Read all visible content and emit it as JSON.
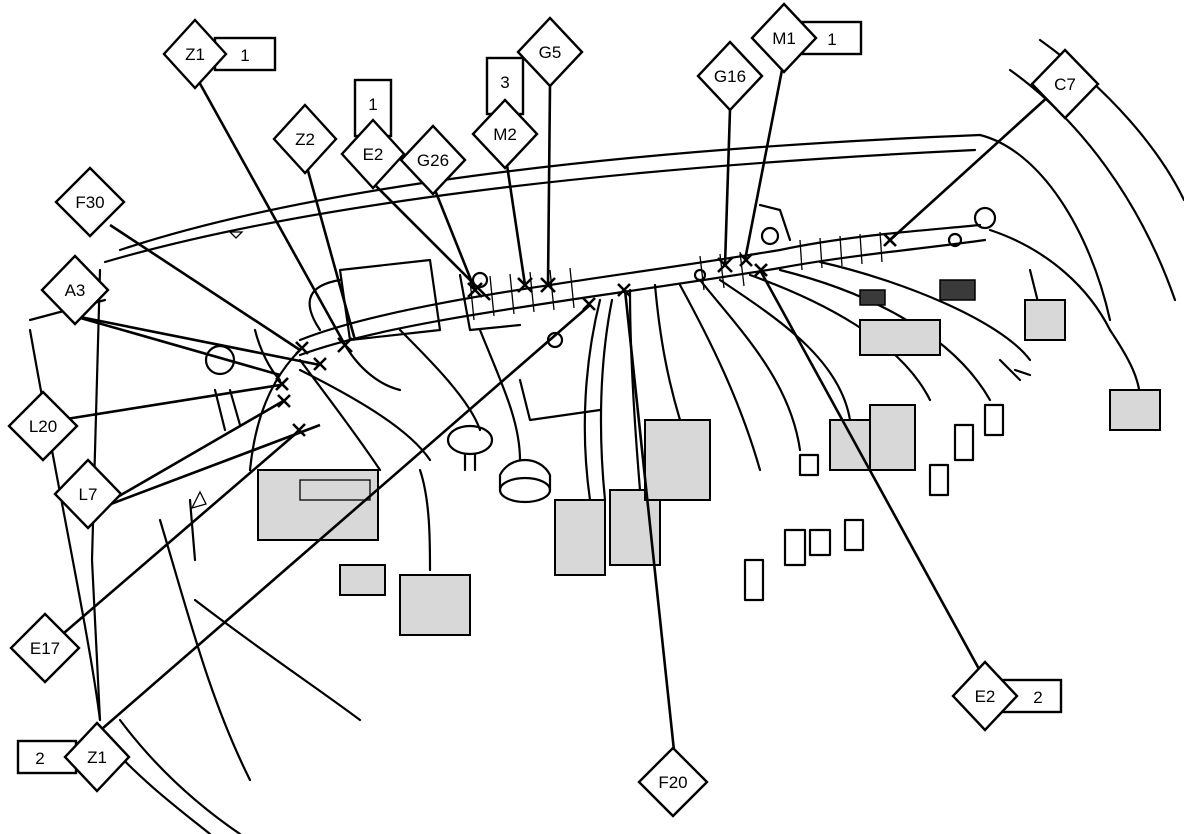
{
  "callouts": {
    "z1_top": {
      "code": "Z1",
      "num": "1"
    },
    "z2": {
      "code": "Z2"
    },
    "e2_top": {
      "code": "E2",
      "num": "1"
    },
    "g26": {
      "code": "G26"
    },
    "m2": {
      "code": "M2",
      "num": "3"
    },
    "g5": {
      "code": "G5"
    },
    "g16": {
      "code": "G16"
    },
    "m1": {
      "code": "M1",
      "num": "1"
    },
    "c7": {
      "code": "C7"
    },
    "f30": {
      "code": "F30"
    },
    "a3": {
      "code": "A3"
    },
    "l20": {
      "code": "L20"
    },
    "l7": {
      "code": "L7"
    },
    "e17": {
      "code": "E17"
    },
    "z1_bottom": {
      "code": "Z1",
      "num": "2"
    },
    "f20": {
      "code": "F20"
    },
    "e2_bottom": {
      "code": "E2",
      "num": "2"
    }
  }
}
